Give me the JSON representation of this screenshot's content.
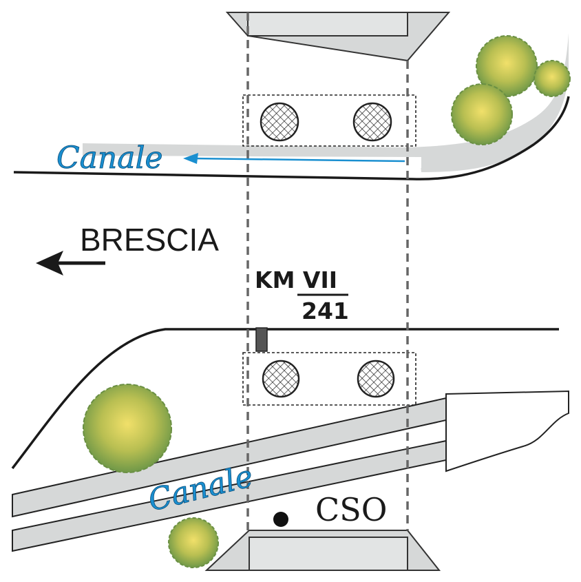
{
  "labels": {
    "canale_top": "Canale",
    "canale_bottom": "Canale",
    "direction": "BRESCIA",
    "km_numerator": "KM VII",
    "km_denominator": "241",
    "cso": "CSO"
  },
  "icons": {
    "direction_arrow": "arrow-left-icon",
    "flow_arrow": "arrow-left-icon",
    "manhole": "hatched-circle-icon",
    "vegetation": "shrub-icon",
    "cso_point": "filled-dot-icon"
  },
  "colors": {
    "water_line": "#1a8fd0",
    "canal_fill": "#d6d8d8",
    "road_line": "#1a1a1a",
    "bridge_fill": "#d6d8d8",
    "foliage": "#a9b94a"
  }
}
